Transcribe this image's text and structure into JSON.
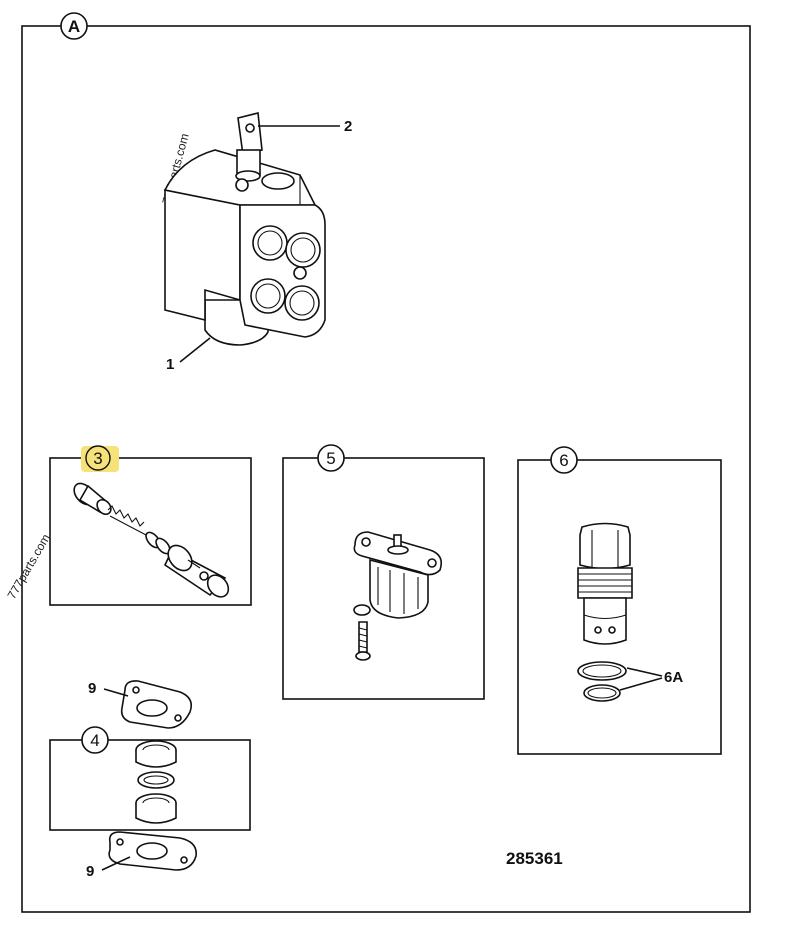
{
  "figure": {
    "main_label": "A",
    "part_number": "285361",
    "watermarks": [
      "777parts.com",
      "777parts.com"
    ],
    "callouts": {
      "c1": "1",
      "c2": "2",
      "c3": "3",
      "c4": "4",
      "c5": "5",
      "c6": "6",
      "c6a": "6A",
      "c9a": "9",
      "c9b": "9"
    },
    "highlight_color": "#f7e27a"
  }
}
